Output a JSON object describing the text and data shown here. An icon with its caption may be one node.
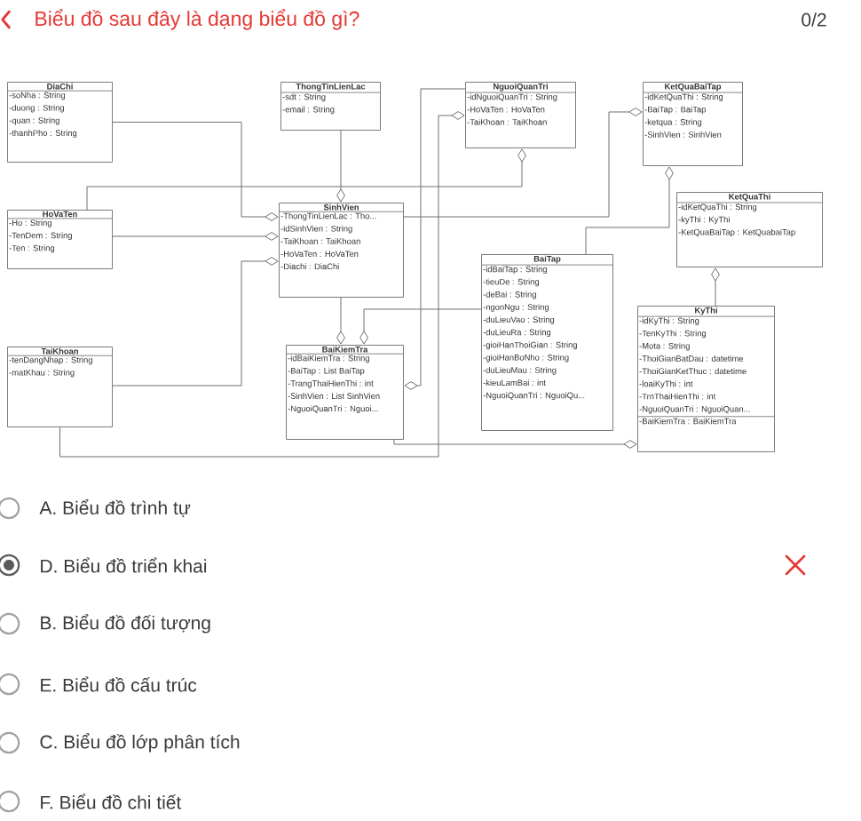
{
  "diagram": {
    "title": "Biểu đồ sau đây là dạng biểu đồ gì?",
    "nodes": [
      {
        "text": [
          "DiaChi",
          "-soNha : String",
          "-duong : String",
          "-quan : String",
          "-thanhPho : String"
        ]
      },
      {
        "text": [
          "ThongTinLienLac",
          "-sdt : String",
          "-email : String"
        ]
      },
      {
        "text": [
          "NguoiQuanTri",
          "-idNguoiQuanTri : String",
          "-HoVaTen : HoVaTen",
          "-TaiKhoan : TaiKhoan"
        ]
      },
      {
        "text": [
          "KetQuaBaiTap",
          "-idKetQuaThi : String",
          "-BaiTap : BaiTap",
          "-ketqua : String",
          "-SinhVien : SinhVien"
        ]
      },
      {
        "text": [
          "KetQuaThi",
          "-idKetQuaThi : String",
          "-kyThi : KyThi",
          "-KetQuaBaiTap : KetQuabaiTap"
        ]
      },
      {
        "text": [
          "HoVaTen",
          "-Ho : String",
          "-TenDem : String",
          "-Ten : String"
        ]
      },
      {
        "text": [
          "SinhVien",
          "-ThongTinLienLac : Tho...",
          "-idSinhVien : String",
          "-TaiKhoan : TaiKhoan",
          "-HoVaTen : HoVaTen",
          "-Diachi : DiaChi"
        ]
      },
      {
        "text": [
          "BaiTap",
          "-idBaiTap : String",
          "-tieuDe : String",
          "-deBai : String",
          "-ngonNgu : String",
          "-duLieuVao : String",
          "-duLieuRa : String",
          "-gioiHanThoiGian : String",
          "-gioiHanBoNho : String",
          "-duLieuMau : String",
          "-kieuLamBai : int",
          "-NguoiQuanTri : NguoiQu..."
        ]
      },
      {
        "text": [
          "TaiKhoan",
          "-tenDangNhap : String",
          "-matKhau : String"
        ]
      },
      {
        "text": [
          "BaiKiemTra",
          "-idBaiKiemTra : String",
          "-BaiTap : List BaiTap",
          "-TrangThaiHienThi : int",
          "-SinhVien : List SinhVien",
          "-NguoiQuanTri : Nguoi..."
        ]
      },
      {
        "text": [
          "KyThi",
          "-idKyThi : String",
          "-TenKyThi : String",
          "-Mota : String",
          "-ThoiGianBatDau : datetime",
          "-ThoiGianKetThuc : datetime",
          "-loaiKyThi : int",
          "-TrnThaiHienThi : int",
          "-NguoiQuanTri : NguoiQuan...",
          "-BaiKiemTra : BaiKiemTra"
        ]
      }
    ],
    "edges": [
      {
        "from": 0,
        "to": 6,
        "arrow": "other"
      },
      {
        "from": 5,
        "to": 6,
        "arrow": "other"
      },
      {
        "from": 8,
        "to": 6,
        "arrow": "other"
      },
      {
        "from": 1,
        "to": 6,
        "arrow": "other"
      },
      {
        "from": 5,
        "to": 2,
        "arrow": "other"
      },
      {
        "from": 8,
        "to": 2,
        "arrow": "other"
      },
      {
        "from": 6,
        "to": 3,
        "arrow": "other"
      },
      {
        "from": 7,
        "to": 3,
        "arrow": "other"
      },
      {
        "from": 6,
        "to": 9,
        "arrow": "other"
      },
      {
        "from": 7,
        "to": 9,
        "arrow": "other"
      },
      {
        "from": 2,
        "to": 9,
        "arrow": "other"
      },
      {
        "from": 9,
        "to": 10,
        "arrow": "other"
      },
      {
        "from": 10,
        "to": 4,
        "arrow": "other"
      }
    ],
    "labels": [
      "0/2",
      "A. Biểu đồ trình tự",
      "D. Biểu đồ triển khai",
      "B. Biểu đồ đối tượng",
      "E. Biểu đồ cấu trúc",
      "C. Biểu đồ lớp phân tích",
      "F. Biểu đồ chi tiết"
    ]
  }
}
